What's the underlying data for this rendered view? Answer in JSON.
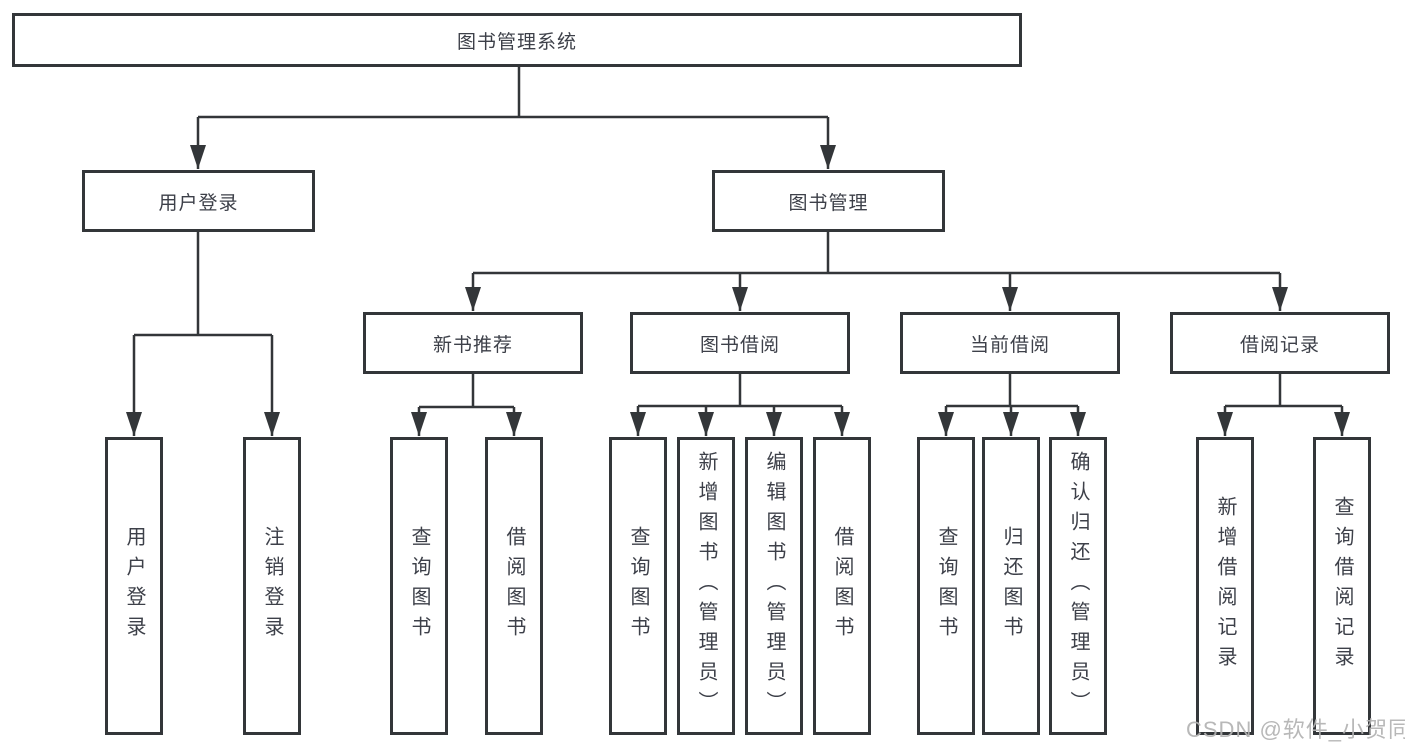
{
  "tree": {
    "root": {
      "label": "图书管理系统",
      "children": [
        {
          "label": "用户登录",
          "children": [
            {
              "label": "用户登录"
            },
            {
              "label": "注销登录"
            }
          ]
        },
        {
          "label": "图书管理",
          "children": [
            {
              "label": "新书推荐",
              "children": [
                {
                  "label": "查询图书"
                },
                {
                  "label": "借阅图书"
                }
              ]
            },
            {
              "label": "图书借阅",
              "children": [
                {
                  "label": "查询图书"
                },
                {
                  "label": "新增图书（管理员）"
                },
                {
                  "label": "编辑图书（管理员）"
                },
                {
                  "label": "借阅图书"
                }
              ]
            },
            {
              "label": "当前借阅",
              "children": [
                {
                  "label": "查询图书"
                },
                {
                  "label": "归还图书"
                },
                {
                  "label": "确认归还（管理员）"
                }
              ]
            },
            {
              "label": "借阅记录",
              "children": [
                {
                  "label": "新增借阅记录"
                },
                {
                  "label": "查询借阅记录"
                }
              ]
            }
          ]
        }
      ]
    }
  },
  "watermark": {
    "text": "CSDN @软件_小贺同学"
  },
  "colors": {
    "line": "#333639",
    "text": "#3d4049",
    "watermark": "#b2b2b2",
    "background": "#ffffff"
  }
}
